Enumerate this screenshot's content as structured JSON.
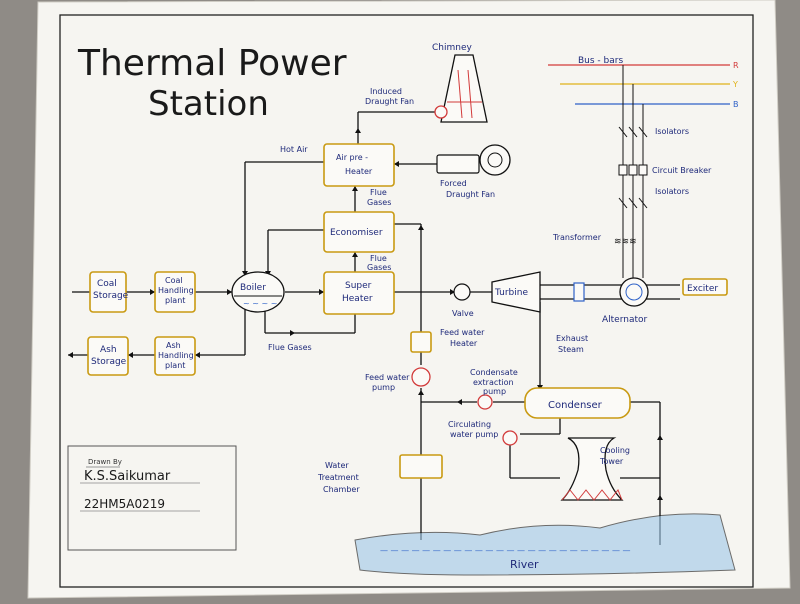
{
  "title_line1": "Thermal Power",
  "title_line2": "Station",
  "labels": {
    "chimney": "Chimney",
    "induced_draught_fan_1": "Induced",
    "induced_draught_fan_2": "Draught Fan",
    "hot_air": "Hot Air",
    "air_preheater_1": "Air pre -",
    "air_preheater_2": "Heater",
    "flue_gases_1": "Flue",
    "flue_gases_2": "Gases",
    "forced_draught_fan_1": "Forced",
    "forced_draught_fan_2": "Draught Fan",
    "economiser": "Economiser",
    "flue_gases_3": "Flue",
    "flue_gases_4": "Gases",
    "coal_storage_1": "Coal",
    "coal_storage_2": "Storage",
    "coal_handling_1": "Coal",
    "coal_handling_2": "Handling",
    "coal_handling_3": "plant",
    "boiler": "Boiler",
    "super_heater_1": "Super",
    "super_heater_2": "Heater",
    "valve": "Valve",
    "turbine": "Turbine",
    "alternator": "Alternator",
    "exciter": "Exciter",
    "ash_storage_1": "Ash",
    "ash_storage_2": "Storage",
    "ash_handling_1": "Ash",
    "ash_handling_2": "Handling",
    "ash_handling_3": "plant",
    "flue_gases_bottom": "Flue Gases",
    "feed_water_heater_1": "Feed water",
    "feed_water_heater_2": "Heater",
    "exhaust_steam_1": "Exhaust",
    "exhaust_steam_2": "Steam",
    "feed_water_pump_1": "Feed water",
    "feed_water_pump_2": "pump",
    "condensate_pump_1": "Condensate",
    "condensate_pump_2": "extraction",
    "condensate_pump_3": "pump",
    "condenser": "Condenser",
    "circulating_pump_1": "Circulating",
    "circulating_pump_2": "water pump",
    "cooling_tower_1": "Cooling",
    "cooling_tower_2": "Tower",
    "water_treatment_1": "Water",
    "water_treatment_2": "Treatment",
    "water_treatment_3": "Chamber",
    "river": "River",
    "bus_bars": "Bus - bars",
    "phase_r": "R",
    "phase_y": "Y",
    "phase_b": "B",
    "isolators_top": "Isolators",
    "circuit_breaker": "Circuit Breaker",
    "isolators_bottom": "Isolators",
    "transformer": "Transformer"
  },
  "credits": {
    "drawn_by": "Drawn By",
    "name": "K.S.Saikumar",
    "roll": "22HM5A0219"
  },
  "colors": {
    "box_outline": "#c99a12",
    "ink": "#1f2a7a",
    "phase_r": "#d23a3a",
    "phase_y": "#e0b21a",
    "phase_b": "#2f62c8",
    "river": "#9ec8e8",
    "chimney_stripe": "#d23a3a"
  }
}
